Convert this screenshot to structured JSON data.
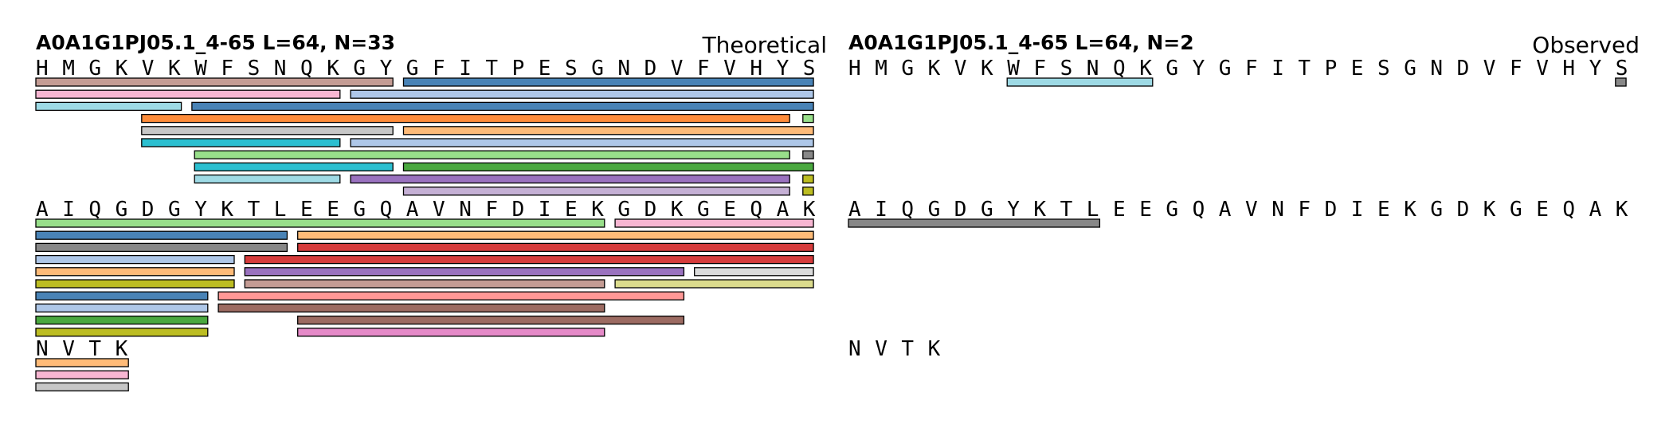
{
  "panels": [
    {
      "title": "A0A1G1PJ05.1_4-65  L=64, N=33",
      "label": "Theoretical",
      "rows": [
        {
          "residues": [
            "H",
            "M",
            "G",
            "K",
            "V",
            "K",
            "W",
            "F",
            "S",
            "N",
            "Q",
            "K",
            "G",
            "Y",
            "G",
            "F",
            "I",
            "T",
            "P",
            "E",
            "S",
            "G",
            "N",
            "D",
            "V",
            "F",
            "V",
            "H",
            "Y",
            "S"
          ],
          "segments": [
            {
              "s": 0,
              "e": 13.5,
              "lane": 0,
              "color": "#c49c94"
            },
            {
              "s": 13.9,
              "e": 29.4,
              "lane": 0,
              "color": "#4983b6"
            },
            {
              "s": 0,
              "e": 11.5,
              "lane": 1,
              "color": "#f7b6d2"
            },
            {
              "s": 11.9,
              "e": 29.4,
              "lane": 1,
              "color": "#aec7e8"
            },
            {
              "s": 0,
              "e": 5.5,
              "lane": 2,
              "color": "#9edae5"
            },
            {
              "s": 5.9,
              "e": 29.4,
              "lane": 2,
              "color": "#4983b6"
            },
            {
              "s": 4,
              "e": 28.5,
              "lane": 3,
              "color": "#ff8c3a"
            },
            {
              "s": 29,
              "e": 29.4,
              "lane": 3,
              "color": "#98df8a"
            },
            {
              "s": 4,
              "e": 13.5,
              "lane": 4,
              "color": "#c7c7c7"
            },
            {
              "s": 13.9,
              "e": 29.4,
              "lane": 4,
              "color": "#ffbb78"
            },
            {
              "s": 4,
              "e": 11.5,
              "lane": 5,
              "color": "#2bbfd0"
            },
            {
              "s": 11.9,
              "e": 29.4,
              "lane": 5,
              "color": "#aec7e8"
            },
            {
              "s": 6,
              "e": 28.5,
              "lane": 6,
              "color": "#98df8a"
            },
            {
              "s": 29,
              "e": 29.4,
              "lane": 6,
              "color": "#888888"
            },
            {
              "s": 6,
              "e": 13.5,
              "lane": 7,
              "color": "#2bbfd0"
            },
            {
              "s": 13.9,
              "e": 29.4,
              "lane": 7,
              "color": "#4aa83f"
            },
            {
              "s": 6,
              "e": 11.5,
              "lane": 8,
              "color": "#9edae5"
            },
            {
              "s": 11.9,
              "e": 28.5,
              "lane": 8,
              "color": "#9a72bf"
            },
            {
              "s": 29,
              "e": 29.4,
              "lane": 8,
              "color": "#bcbd22"
            },
            {
              "s": 13.9,
              "e": 28.5,
              "lane": 9,
              "color": "#c5b0d5"
            },
            {
              "s": 29,
              "e": 29.4,
              "lane": 9,
              "color": "#bcbd22"
            }
          ]
        },
        {
          "residues": [
            "A",
            "I",
            "Q",
            "G",
            "D",
            "G",
            "Y",
            "K",
            "T",
            "L",
            "E",
            "E",
            "G",
            "Q",
            "A",
            "V",
            "N",
            "F",
            "D",
            "I",
            "E",
            "K",
            "G",
            "D",
            "K",
            "G",
            "E",
            "Q",
            "A",
            "K"
          ],
          "segments": [
            {
              "s": 0,
              "e": 21.5,
              "lane": 0,
              "color": "#98df8a"
            },
            {
              "s": 21.9,
              "e": 29.4,
              "lane": 0,
              "color": "#f7b6d2"
            },
            {
              "s": 0,
              "e": 9.5,
              "lane": 1,
              "color": "#4983b6"
            },
            {
              "s": 9.9,
              "e": 29.4,
              "lane": 1,
              "color": "#ffbb78"
            },
            {
              "s": 0,
              "e": 9.5,
              "lane": 2,
              "color": "#888888"
            },
            {
              "s": 9.9,
              "e": 29.4,
              "lane": 2,
              "color": "#d63c3c"
            },
            {
              "s": 0,
              "e": 7.5,
              "lane": 3,
              "color": "#aec7e8"
            },
            {
              "s": 7.9,
              "e": 29.4,
              "lane": 3,
              "color": "#d63c3c"
            },
            {
              "s": 0,
              "e": 7.5,
              "lane": 4,
              "color": "#ffbb78"
            },
            {
              "s": 7.9,
              "e": 24.5,
              "lane": 4,
              "color": "#9a72bf"
            },
            {
              "s": 24.9,
              "e": 29.4,
              "lane": 4,
              "color": "#dbdbdb"
            },
            {
              "s": 0,
              "e": 7.5,
              "lane": 5,
              "color": "#bcbd22"
            },
            {
              "s": 7.9,
              "e": 21.5,
              "lane": 5,
              "color": "#c49c94"
            },
            {
              "s": 21.9,
              "e": 29.4,
              "lane": 5,
              "color": "#dbdb8d"
            },
            {
              "s": 0,
              "e": 6.5,
              "lane": 6,
              "color": "#4983b6"
            },
            {
              "s": 6.9,
              "e": 24.5,
              "lane": 6,
              "color": "#ff9896"
            },
            {
              "s": 0,
              "e": 6.5,
              "lane": 7,
              "color": "#aec7e8"
            },
            {
              "s": 6.9,
              "e": 21.5,
              "lane": 7,
              "color": "#9c6b62"
            },
            {
              "s": 0,
              "e": 6.5,
              "lane": 8,
              "color": "#4aa83f"
            },
            {
              "s": 9.9,
              "e": 24.5,
              "lane": 8,
              "color": "#9c6b62"
            },
            {
              "s": 0,
              "e": 6.5,
              "lane": 9,
              "color": "#bcbd22"
            },
            {
              "s": 9.9,
              "e": 21.5,
              "lane": 9,
              "color": "#e58ac8"
            }
          ]
        },
        {
          "residues": [
            "N",
            "V",
            "T",
            "K"
          ],
          "segments": [
            {
              "s": 0,
              "e": 3.5,
              "lane": 0,
              "color": "#ffbb78"
            },
            {
              "s": 0,
              "e": 3.5,
              "lane": 1,
              "color": "#f7b6d2"
            },
            {
              "s": 0,
              "e": 3.5,
              "lane": 2,
              "color": "#c7c7c7"
            }
          ]
        }
      ]
    },
    {
      "title": "A0A1G1PJ05.1_4-65  L=64, N=2",
      "label": "Observed",
      "rows": [
        {
          "residues": [
            "H",
            "M",
            "G",
            "K",
            "V",
            "K",
            "W",
            "F",
            "S",
            "N",
            "Q",
            "K",
            "G",
            "Y",
            "G",
            "F",
            "I",
            "T",
            "P",
            "E",
            "S",
            "G",
            "N",
            "D",
            "V",
            "F",
            "V",
            "H",
            "Y",
            "S"
          ],
          "segments": [
            {
              "s": 6,
              "e": 11.5,
              "lane": 0,
              "color": "#9edae5"
            },
            {
              "s": 29,
              "e": 29.4,
              "lane": 0,
              "color": "#888888"
            }
          ]
        },
        {
          "residues": [
            "A",
            "I",
            "Q",
            "G",
            "D",
            "G",
            "Y",
            "K",
            "T",
            "L",
            "E",
            "E",
            "G",
            "Q",
            "A",
            "V",
            "N",
            "F",
            "D",
            "I",
            "E",
            "K",
            "G",
            "D",
            "K",
            "G",
            "E",
            "Q",
            "A",
            "K"
          ],
          "segments": [
            {
              "s": 0,
              "e": 9.5,
              "lane": 0,
              "color": "#888888"
            }
          ]
        },
        {
          "residues": [
            "N",
            "V",
            "T",
            "K"
          ],
          "segments": []
        }
      ]
    }
  ]
}
